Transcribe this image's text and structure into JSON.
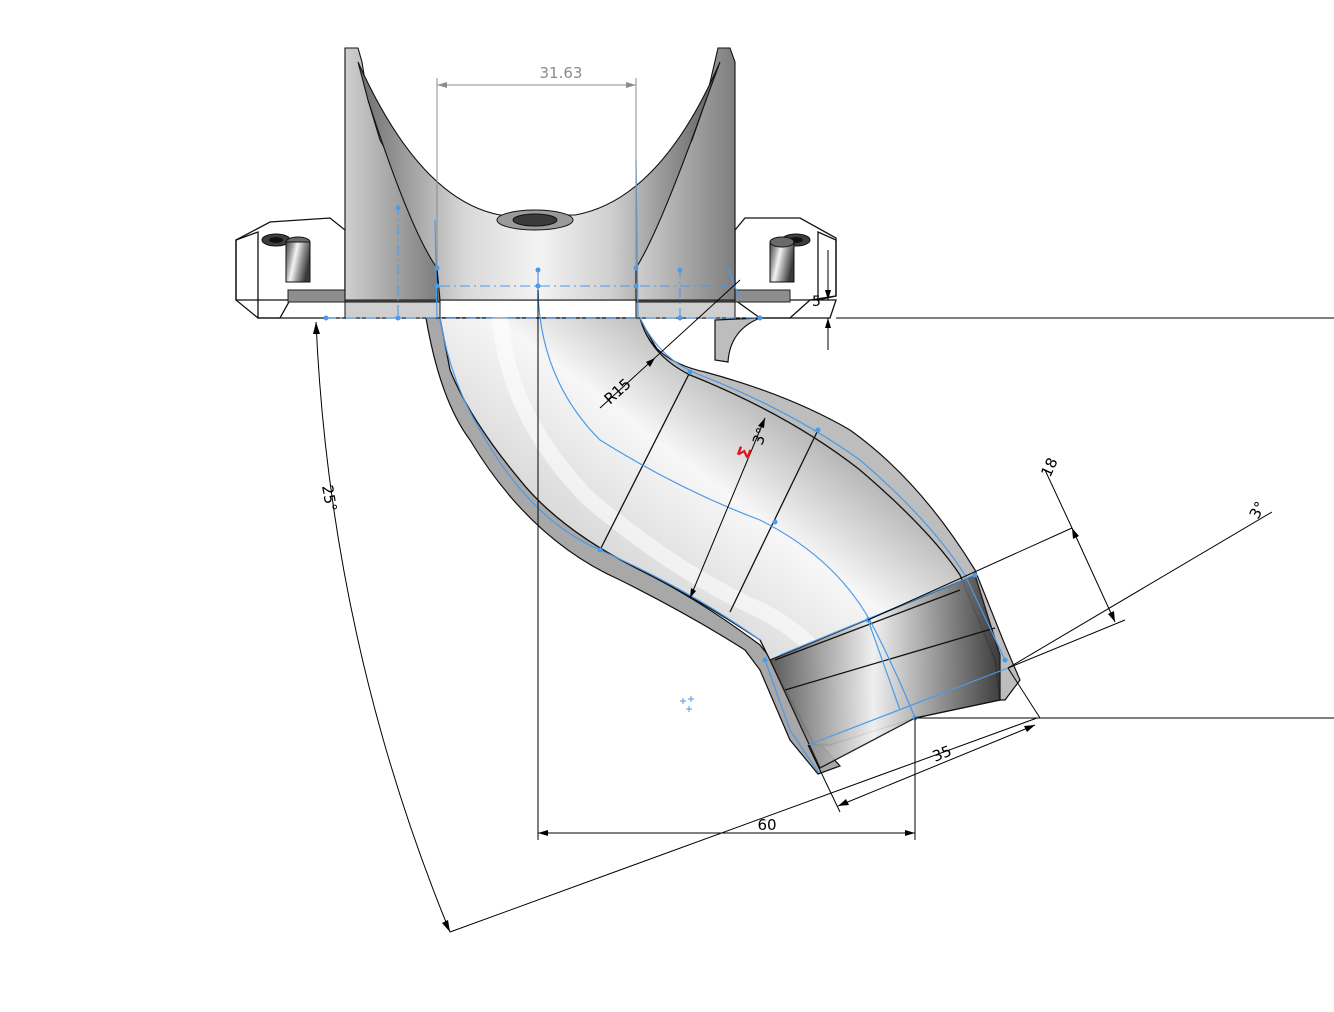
{
  "drawing": {
    "colors": {
      "sketch": "#4a9be8",
      "dimension": "#000000",
      "driven_dimension": "#8c8c8c",
      "constraint_marker": "#e0141e",
      "model_dark": "#3c3c3c",
      "model_light": "#f2f2f2",
      "background": "#ffffff"
    },
    "dimensions": {
      "width_top": "31.63",
      "thickness_small": "5",
      "bend_radius": "R15",
      "draft_angle_1": "3°",
      "sweep_angle": "25°",
      "length_18": "18",
      "draft_angle_2": "3°",
      "length_35": "35",
      "horizontal_60": "60"
    },
    "markers": {
      "draft_symbol": "Σ",
      "origin_symbol": "origin-crosshair-icon"
    }
  }
}
